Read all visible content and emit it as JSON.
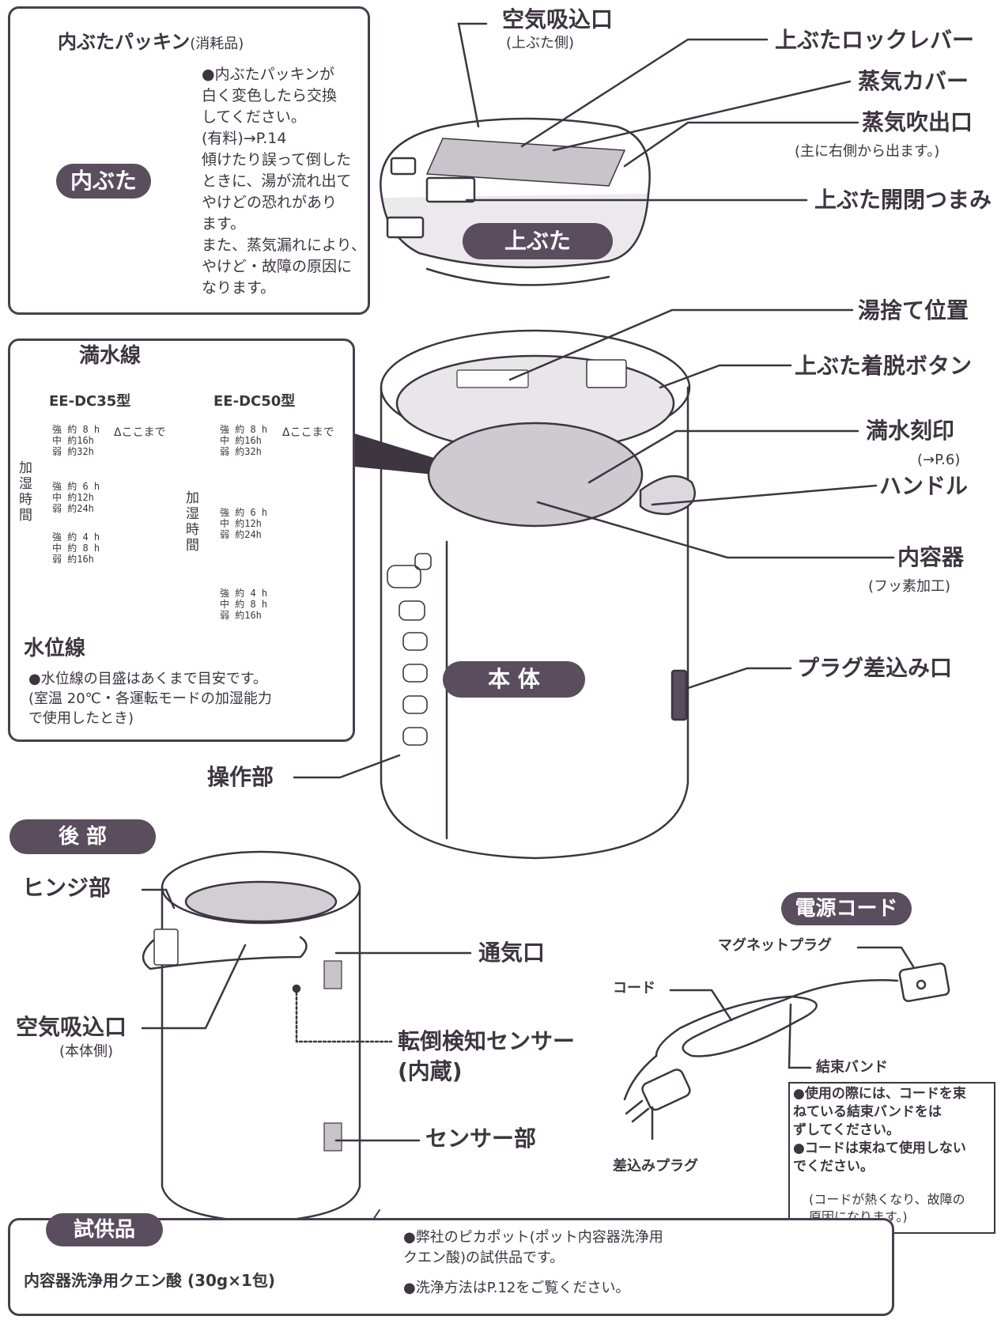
{
  "inner_lid": {
    "packing_label": "内ぶたパッキン",
    "packing_sub": "(消耗品)",
    "title": "内ぶた",
    "note": "●内ぶたパッキンが\n  白く変色したら交換\n  してください。\n  (有料)→P.14\n  傾けたり誤って倒した\n  ときに、湯が流れ出て\n  やけどの恐れがあり\n  ます。\n  また、蒸気漏れにより、\n  やけど・故障の原因に\n  なります。"
  },
  "upper_lid": {
    "title": "上ぶた",
    "air_intake": "空気吸込口",
    "air_intake_sub": "(上ぶた側)",
    "lock_lever": "上ぶたロックレバー",
    "steam_cover": "蒸気カバー",
    "steam_outlet": "蒸気吹出口",
    "steam_outlet_sub": "(主に右側から出ます。)",
    "open_knob": "上ぶた開閉つまみ"
  },
  "water_lines": {
    "full_line": "満水線",
    "model_a": "EE-DC35型",
    "model_b": "EE-DC50型",
    "koko_made": "ここまで",
    "humid_time": "加湿時間",
    "rows_a": [
      "強 約 8 h\n中 約16h\n弱 約32h",
      "強 約 6 h\n中 約12h\n弱 約24h",
      "強 約 4 h\n中 約 8 h\n弱 約16h"
    ],
    "rows_b": [
      "強 約 8 h\n中 約16h\n弱 約32h",
      "強 約 6 h\n中 約12h\n弱 約24h",
      "強 約 4 h\n中 約 8 h\n弱 約16h"
    ],
    "level_line": "水位線",
    "note": "●水位線の目盛はあくまで目安です。\n  (室温 20℃・各運転モードの加湿能力\n  で使用したとき)"
  },
  "body": {
    "title": "本 体",
    "drain_position": "湯捨て位置",
    "lid_release_button": "上ぶた着脱ボタン",
    "full_mark": "満水刻印",
    "full_mark_sub": "(→P.6)",
    "handle": "ハンドル",
    "inner_container": "内容器",
    "inner_container_sub": "(フッ素加工)",
    "plug_socket": "プラグ差込み口",
    "control_panel": "操作部"
  },
  "rear": {
    "title": "後 部",
    "hinge": "ヒンジ部",
    "vent": "通気口",
    "air_intake": "空気吸込口",
    "air_intake_sub": "(本体側)",
    "tip_sensor": "転倒検知センサー",
    "tip_sensor_sub": "(内蔵)",
    "sensor": "センサー部"
  },
  "power_cord": {
    "title": "電源コード",
    "magnet_plug": "マグネットプラグ",
    "cord": "コード",
    "band": "結束バンド",
    "plug": "差込みプラグ",
    "note": "●使用の際には、コードを束\n  ねている結束バンドをは\n  ずしてください。\n●コードは束ねて使用しない\n  でください。",
    "note_sub": "(コードが熱くなり、故障の\n原因になります。)"
  },
  "sample": {
    "title": "試供品",
    "item": "内容器洗浄用クエン酸 (30g×1包)",
    "note1": "●弊社のピカポット(ポット内容器洗浄用\n  クエン酸)の試供品です。",
    "note2": "●洗浄方法はP.12をご覧ください。"
  },
  "colors": {
    "ink": "#3d3540",
    "pill": "#5a4d5e",
    "grey": "#b9b3bb"
  }
}
